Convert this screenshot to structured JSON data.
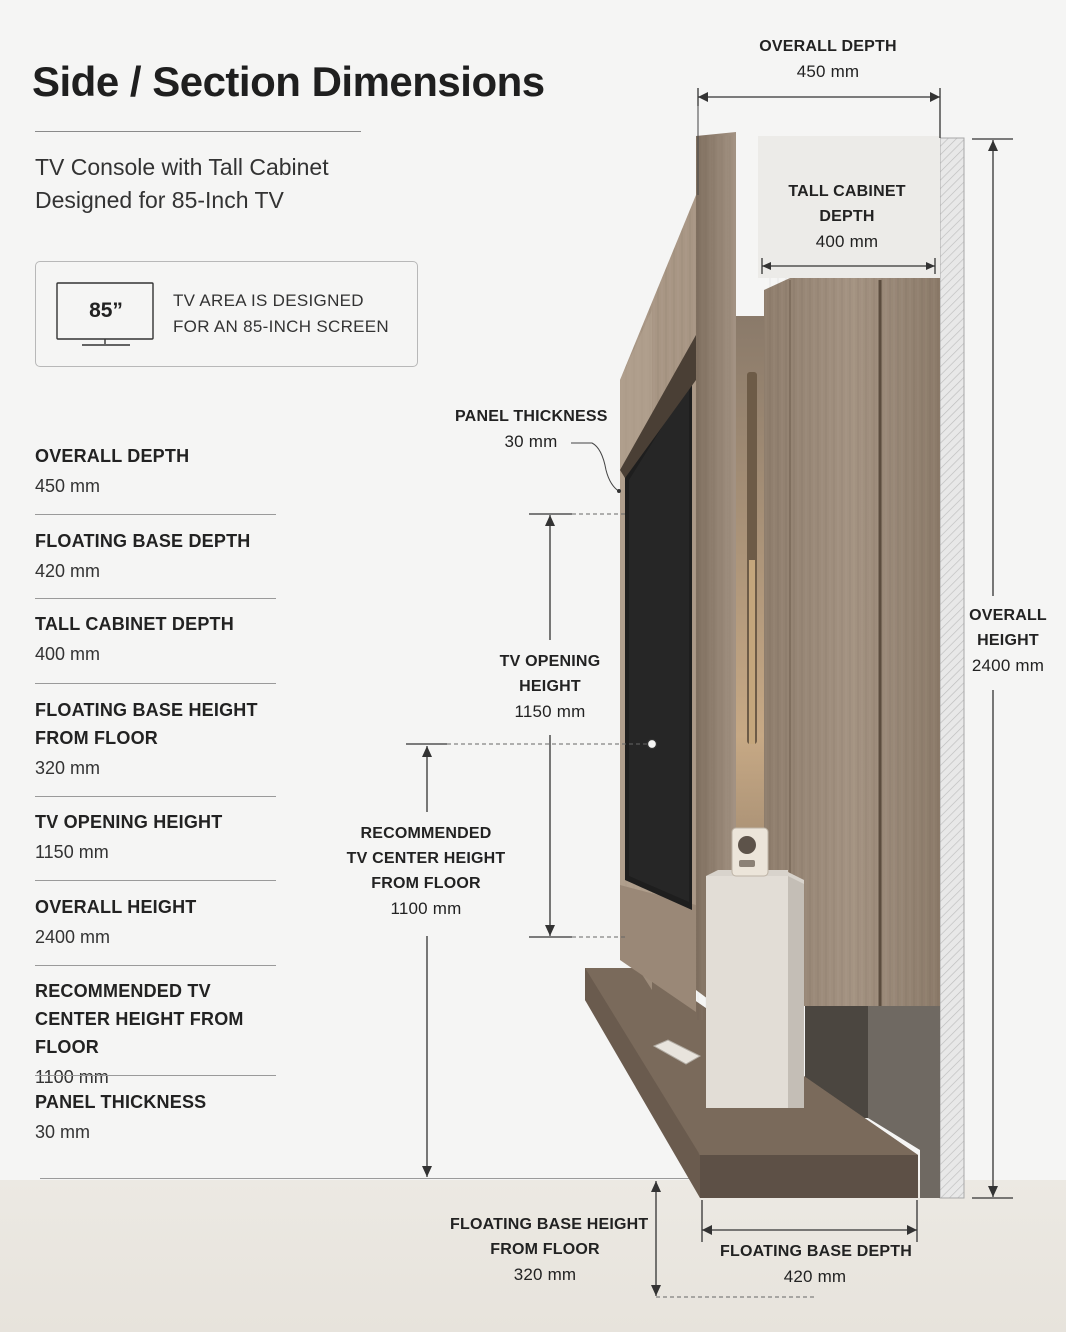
{
  "title": "Side / Section Dimensions",
  "subtitle": [
    "TV Console with Tall Cabinet",
    "Designed for 85-Inch TV"
  ],
  "note": {
    "tv_size": "85”",
    "lines": [
      "TV AREA IS DESIGNED",
      "FOR AN 85-INCH SCREEN"
    ],
    "icon": "tv-icon"
  },
  "specs": [
    {
      "label": "OVERALL DEPTH",
      "value": "450 mm"
    },
    {
      "label": "FLOATING BASE DEPTH",
      "value": "420 mm"
    },
    {
      "label": "TALL CABINET DEPTH",
      "value": "400 mm"
    },
    {
      "label": "FLOATING BASE HEIGHT FROM FLOOR",
      "value": "320 mm"
    },
    {
      "label": "TV OPENING HEIGHT",
      "value": "1150 mm"
    },
    {
      "label": "OVERALL HEIGHT",
      "value": "2400 mm"
    },
    {
      "label": "RECOMMENDED TV CENTER HEIGHT FROM FLOOR",
      "value": "1100 mm"
    },
    {
      "label": "PANEL THICKNESS",
      "value": "30 mm"
    }
  ],
  "callouts": {
    "overall_depth": {
      "label": "OVERALL DEPTH",
      "value": "450 mm"
    },
    "tall_cabinet_depth": {
      "label_1": "TALL CABINET",
      "label_2": "DEPTH",
      "value": "400 mm"
    },
    "panel_thickness": {
      "label": "PANEL THICKNESS",
      "value": "30 mm"
    },
    "tv_opening_height": {
      "label_1": "TV OPENING",
      "label_2": "HEIGHT",
      "value": "1150 mm"
    },
    "recommended_center": {
      "label_1": "RECOMMENDED",
      "label_2": "TV CENTER HEIGHT",
      "label_3": "FROM FLOOR",
      "value": "1100 mm"
    },
    "overall_height": {
      "label_1": "OVERALL",
      "label_2": "HEIGHT",
      "value": "2400 mm"
    },
    "floating_base_height": {
      "label_1": "FLOATING BASE HEIGHT",
      "label_2": "FROM FLOOR",
      "value": "320 mm"
    },
    "floating_base_depth": {
      "label": "FLOATING BASE DEPTH",
      "value": "420 mm"
    }
  },
  "colors": {
    "background": "#f5f5f4",
    "wood": "#9c8b79",
    "floating_base": "#6f6052",
    "tv": "#1e1e1e",
    "pedestal": "#e2ddd6"
  }
}
